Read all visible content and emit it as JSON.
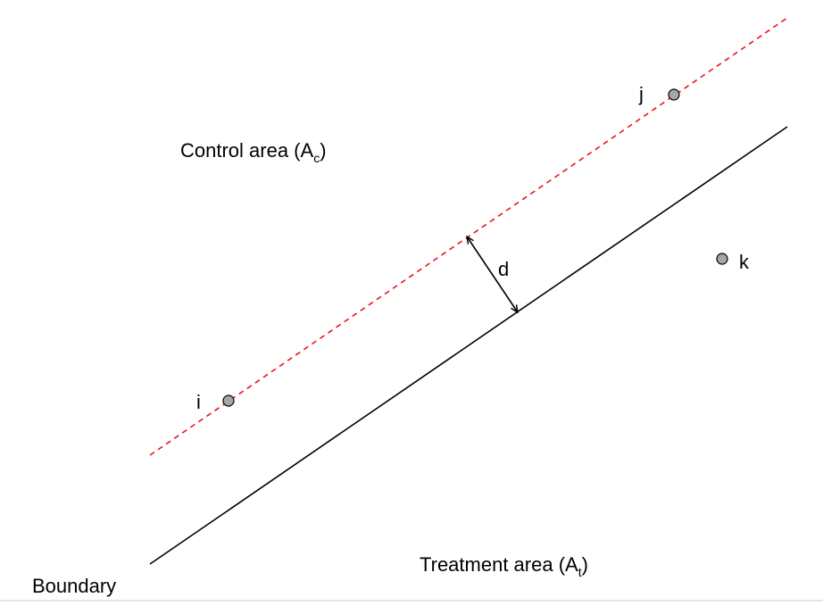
{
  "labels": {
    "control_area": "Control area (A",
    "control_sub": "c",
    "control_close": ")",
    "treatment_area": "Treatment area (A",
    "treatment_sub": "t",
    "treatment_close": ")",
    "boundary": "Boundary",
    "distance": "d",
    "point_i": "i",
    "point_j": "j",
    "point_k": "k"
  },
  "colors": {
    "boundary_line": "#000000",
    "control_line": "#e8141c",
    "point_fill": "#a6a6a6",
    "point_stroke": "#000000"
  }
}
